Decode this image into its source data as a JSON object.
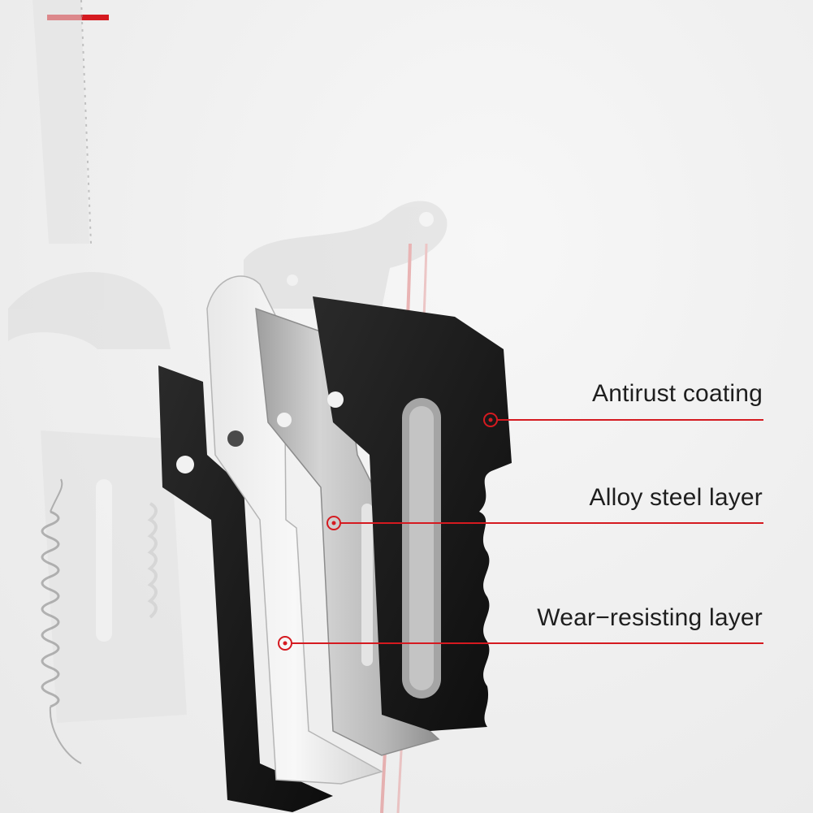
{
  "colors": {
    "accent": "#d51a20",
    "label_text": "#1e1e1e",
    "background": "#f2f2f2",
    "coating_layer": "#1a1a1a",
    "steel_layer": "#c7c7c7",
    "wear_layer": "#d9d9d9"
  },
  "callouts": [
    {
      "label": "Antirust coating"
    },
    {
      "label": "Alloy steel layer"
    },
    {
      "label": "Wear−resisting layer"
    }
  ]
}
